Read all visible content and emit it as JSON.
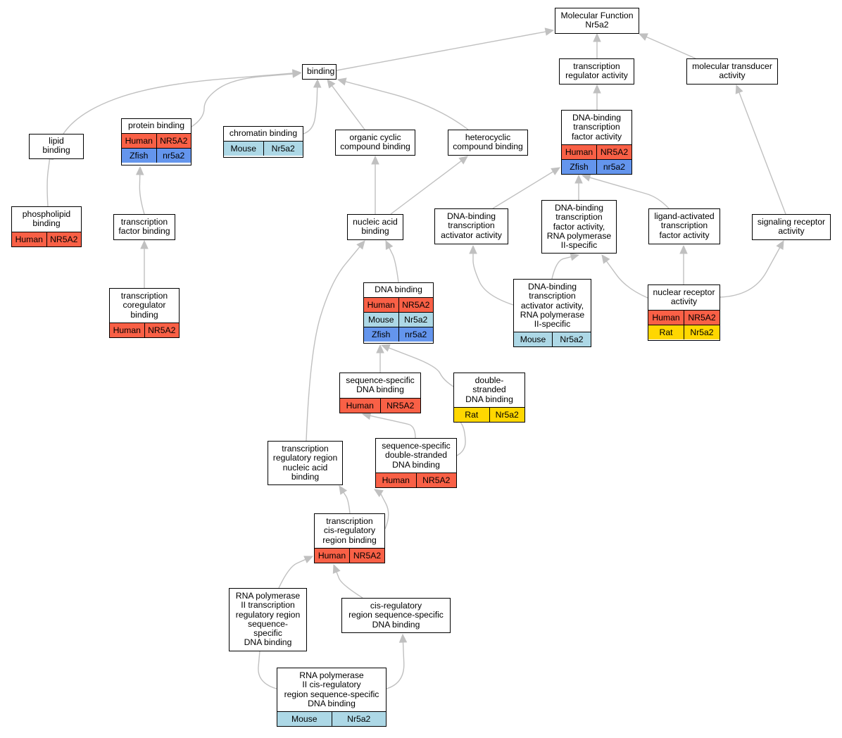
{
  "graph": {
    "nodes": {
      "mf": {
        "label": "Molecular Function\nNr5a2",
        "genes": []
      },
      "binding": {
        "label": "binding",
        "genes": []
      },
      "tra": {
        "label": "transcription\nregulator activity",
        "genes": []
      },
      "mta": {
        "label": "molecular transducer\nactivity",
        "genes": []
      },
      "lipid": {
        "label": "lipid binding",
        "genes": []
      },
      "protein": {
        "label": "protein binding",
        "genes": [
          {
            "species": "Human",
            "gene": "NR5A2"
          },
          {
            "species": "Zfish",
            "gene": "nr5a2"
          }
        ]
      },
      "chrom": {
        "label": "chromatin binding",
        "genes": [
          {
            "species": "Mouse",
            "gene": "Nr5a2"
          }
        ]
      },
      "occb": {
        "label": "organic cyclic\ncompound binding",
        "genes": []
      },
      "hccb": {
        "label": "heterocyclic\ncompound binding",
        "genes": []
      },
      "dbtfa": {
        "label": "DNA-binding\ntranscription\nfactor activity",
        "genes": [
          {
            "species": "Human",
            "gene": "NR5A2"
          },
          {
            "species": "Zfish",
            "gene": "nr5a2"
          }
        ]
      },
      "phos": {
        "label": "phospholipid\nbinding",
        "genes": [
          {
            "species": "Human",
            "gene": "NR5A2"
          }
        ]
      },
      "tfb": {
        "label": "transcription\nfactor binding",
        "genes": []
      },
      "nab": {
        "label": "nucleic acid\nbinding",
        "genes": []
      },
      "dbtaa": {
        "label": "DNA-binding\ntranscription\nactivator activity",
        "genes": []
      },
      "dbtfpol": {
        "label": "DNA-binding\ntranscription\nfactor activity,\nRNA polymerase\nII-specific",
        "genes": []
      },
      "latfa": {
        "label": "ligand-activated\ntranscription\nfactor activity",
        "genes": []
      },
      "sra": {
        "label": "signaling receptor\nactivity",
        "genes": []
      },
      "tcb": {
        "label": "transcription\ncoregulator\nbinding",
        "genes": [
          {
            "species": "Human",
            "gene": "NR5A2"
          }
        ]
      },
      "dnab": {
        "label": "DNA binding",
        "genes": [
          {
            "species": "Human",
            "gene": "NR5A2"
          },
          {
            "species": "Mouse",
            "gene": "Nr5a2"
          },
          {
            "species": "Zfish",
            "gene": "nr5a2"
          }
        ]
      },
      "dbtaapol": {
        "label": "DNA-binding\ntranscription\nactivator activity,\nRNA polymerase\nII-specific",
        "genes": [
          {
            "species": "Mouse",
            "gene": "Nr5a2"
          }
        ]
      },
      "nra": {
        "label": "nuclear receptor\nactivity",
        "genes": [
          {
            "species": "Human",
            "gene": "NR5A2"
          },
          {
            "species": "Rat",
            "gene": "Nr5a2"
          }
        ]
      },
      "ssdb": {
        "label": "sequence-specific\nDNA binding",
        "genes": [
          {
            "species": "Human",
            "gene": "NR5A2"
          }
        ]
      },
      "dsdb": {
        "label": "double-stranded\nDNA binding",
        "genes": [
          {
            "species": "Rat",
            "gene": "Nr5a2"
          }
        ]
      },
      "trrnab": {
        "label": "transcription\nregulatory region\nnucleic acid\nbinding",
        "genes": []
      },
      "ssdsdb": {
        "label": "sequence-specific\ndouble-stranded\nDNA binding",
        "genes": [
          {
            "species": "Human",
            "gene": "NR5A2"
          }
        ]
      },
      "tcrrb": {
        "label": "transcription\ncis-regulatory\nregion binding",
        "genes": [
          {
            "species": "Human",
            "gene": "NR5A2"
          }
        ]
      },
      "rnap2tr": {
        "label": "RNA polymerase\nII transcription\nregulatory region\nsequence-specific\nDNA binding",
        "genes": []
      },
      "crrssdb": {
        "label": "cis-regulatory\nregion sequence-specific\nDNA binding",
        "genes": []
      },
      "rnap2cr": {
        "label": "RNA polymerase\nII cis-regulatory\nregion sequence-specific\nDNA binding",
        "genes": [
          {
            "species": "Mouse",
            "gene": "Nr5a2"
          }
        ]
      }
    },
    "edges": [
      [
        "binding",
        "mf"
      ],
      [
        "tra",
        "mf"
      ],
      [
        "mta",
        "mf"
      ],
      [
        "lipid",
        "binding"
      ],
      [
        "protein",
        "binding"
      ],
      [
        "chrom",
        "binding"
      ],
      [
        "occb",
        "binding"
      ],
      [
        "hccb",
        "binding"
      ],
      [
        "dbtfa",
        "tra"
      ],
      [
        "sra",
        "mta"
      ],
      [
        "phos",
        "lipid"
      ],
      [
        "tfb",
        "protein"
      ],
      [
        "tcb",
        "tfb"
      ],
      [
        "nab",
        "occb"
      ],
      [
        "nab",
        "hccb"
      ],
      [
        "dbtaa",
        "dbtfa"
      ],
      [
        "dbtfpol",
        "dbtfa"
      ],
      [
        "latfa",
        "dbtfa"
      ],
      [
        "dnab",
        "nab"
      ],
      [
        "trrnab",
        "nab"
      ],
      [
        "dbtaapol",
        "dbtaa"
      ],
      [
        "dbtaapol",
        "dbtfpol"
      ],
      [
        "nra",
        "dbtfpol"
      ],
      [
        "nra",
        "latfa"
      ],
      [
        "nra",
        "sra"
      ],
      [
        "ssdb",
        "dnab"
      ],
      [
        "dsdb",
        "dnab"
      ],
      [
        "ssdsdb",
        "ssdb"
      ],
      [
        "ssdsdb",
        "dsdb"
      ],
      [
        "tcrrb",
        "trrnab"
      ],
      [
        "tcrrb",
        "ssdsdb"
      ],
      [
        "rnap2tr",
        "tcrrb"
      ],
      [
        "crrssdb",
        "tcrrb"
      ],
      [
        "rnap2cr",
        "rnap2tr"
      ],
      [
        "rnap2cr",
        "crrssdb"
      ]
    ],
    "colors": {
      "Human": "#f96046",
      "Mouse": "#add8e6",
      "Rat": "#ffd700",
      "Zfish": "#6495ed",
      "edge": "#c0c0c0"
    }
  }
}
